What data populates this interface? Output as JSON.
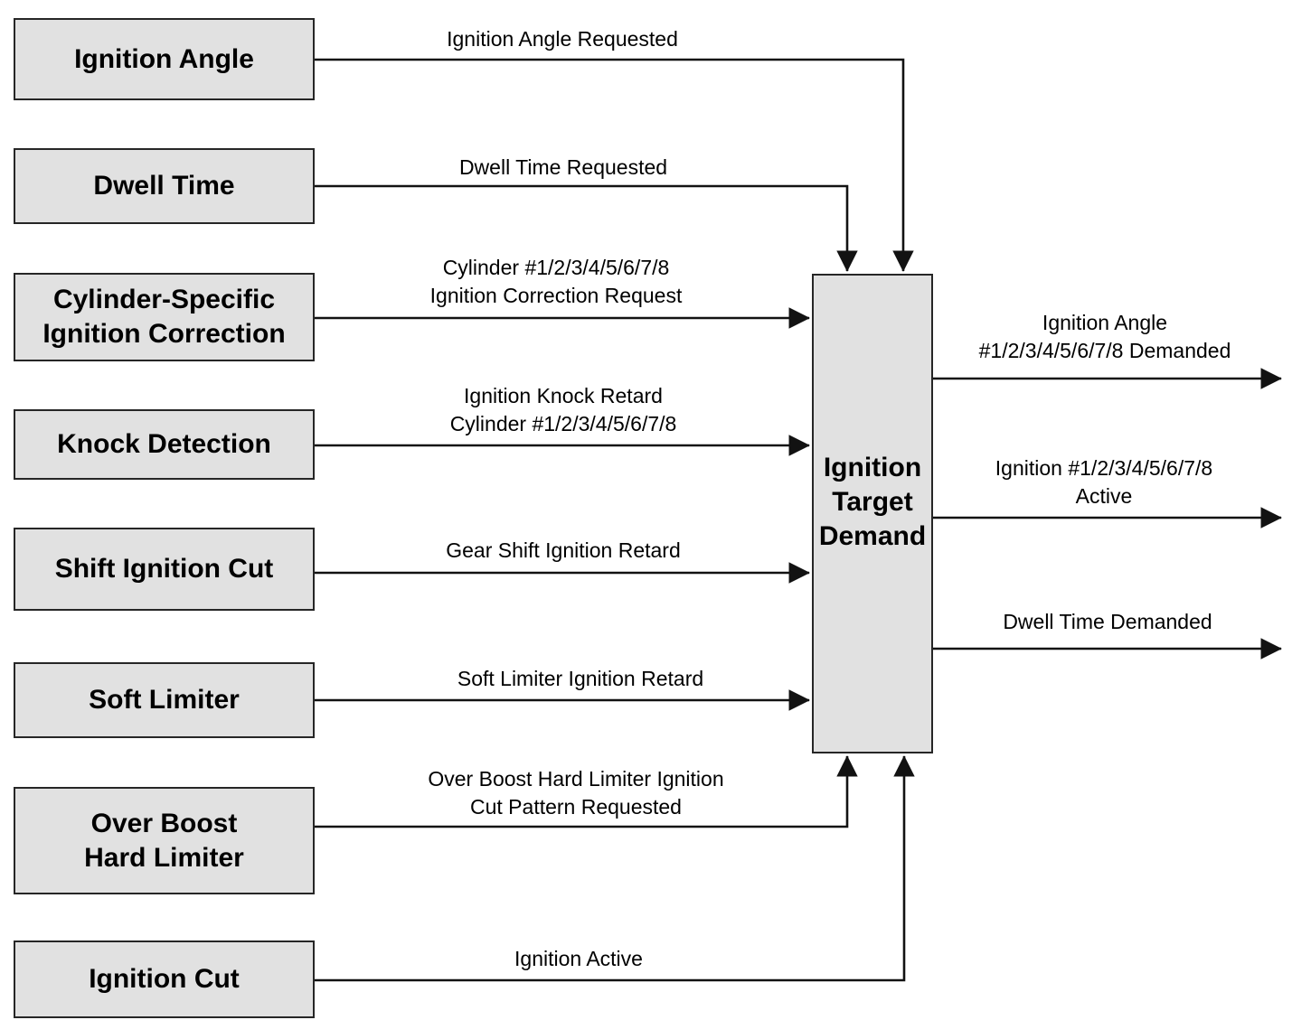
{
  "diagram_type": "block-signal-flow",
  "colors": {
    "bg": "#ffffff",
    "box_fill": "#e1e1e1",
    "box_border": "#262626",
    "line_color": "#121212",
    "text_color": "#000000"
  },
  "nodes": {
    "sources": [
      {
        "id": "ignition-angle",
        "lines": [
          "Ignition Angle"
        ]
      },
      {
        "id": "dwell-time",
        "lines": [
          "Dwell Time"
        ]
      },
      {
        "id": "cylinder-specific-ignition-correction",
        "lines": [
          "Cylinder-Specific",
          "Ignition Correction"
        ]
      },
      {
        "id": "knock-detection",
        "lines": [
          "Knock Detection"
        ]
      },
      {
        "id": "shift-ignition-cut",
        "lines": [
          "Shift Ignition Cut"
        ]
      },
      {
        "id": "soft-limiter",
        "lines": [
          "Soft Limiter"
        ]
      },
      {
        "id": "over-boost-hard-limiter",
        "lines": [
          "Over Boost",
          "Hard Limiter"
        ]
      },
      {
        "id": "ignition-cut",
        "lines": [
          "Ignition Cut"
        ]
      }
    ],
    "central": {
      "id": "ignition-target-demand",
      "lines": [
        "Ignition",
        "Target",
        "Demand"
      ]
    }
  },
  "input_signals": [
    {
      "id": "ignition-angle-requested",
      "lines": [
        "Ignition Angle Requested"
      ]
    },
    {
      "id": "dwell-time-requested",
      "lines": [
        "Dwell Time Requested"
      ]
    },
    {
      "id": "cylinder-ignition-correction-request",
      "lines": [
        "Cylinder #1/2/3/4/5/6/7/8",
        "Ignition Correction Request"
      ]
    },
    {
      "id": "ignition-knock-retard",
      "lines": [
        "Ignition Knock Retard",
        "Cylinder #1/2/3/4/5/6/7/8"
      ]
    },
    {
      "id": "gear-shift-ignition-retard",
      "lines": [
        "Gear Shift Ignition Retard"
      ]
    },
    {
      "id": "soft-limiter-ignition-retard",
      "lines": [
        "Soft Limiter Ignition Retard"
      ]
    },
    {
      "id": "over-boost-cut-pattern-requested",
      "lines": [
        "Over Boost Hard Limiter Ignition",
        "Cut Pattern Requested"
      ]
    },
    {
      "id": "ignition-active",
      "lines": [
        "Ignition Active"
      ]
    }
  ],
  "output_signals": [
    {
      "id": "ignition-angle-demanded",
      "lines": [
        "Ignition Angle",
        "#1/2/3/4/5/6/7/8 Demanded"
      ]
    },
    {
      "id": "ignition-cylinders-active",
      "lines": [
        "Ignition #1/2/3/4/5/6/7/8",
        "Active"
      ]
    },
    {
      "id": "dwell-time-demanded",
      "lines": [
        "Dwell Time Demanded"
      ]
    }
  ]
}
